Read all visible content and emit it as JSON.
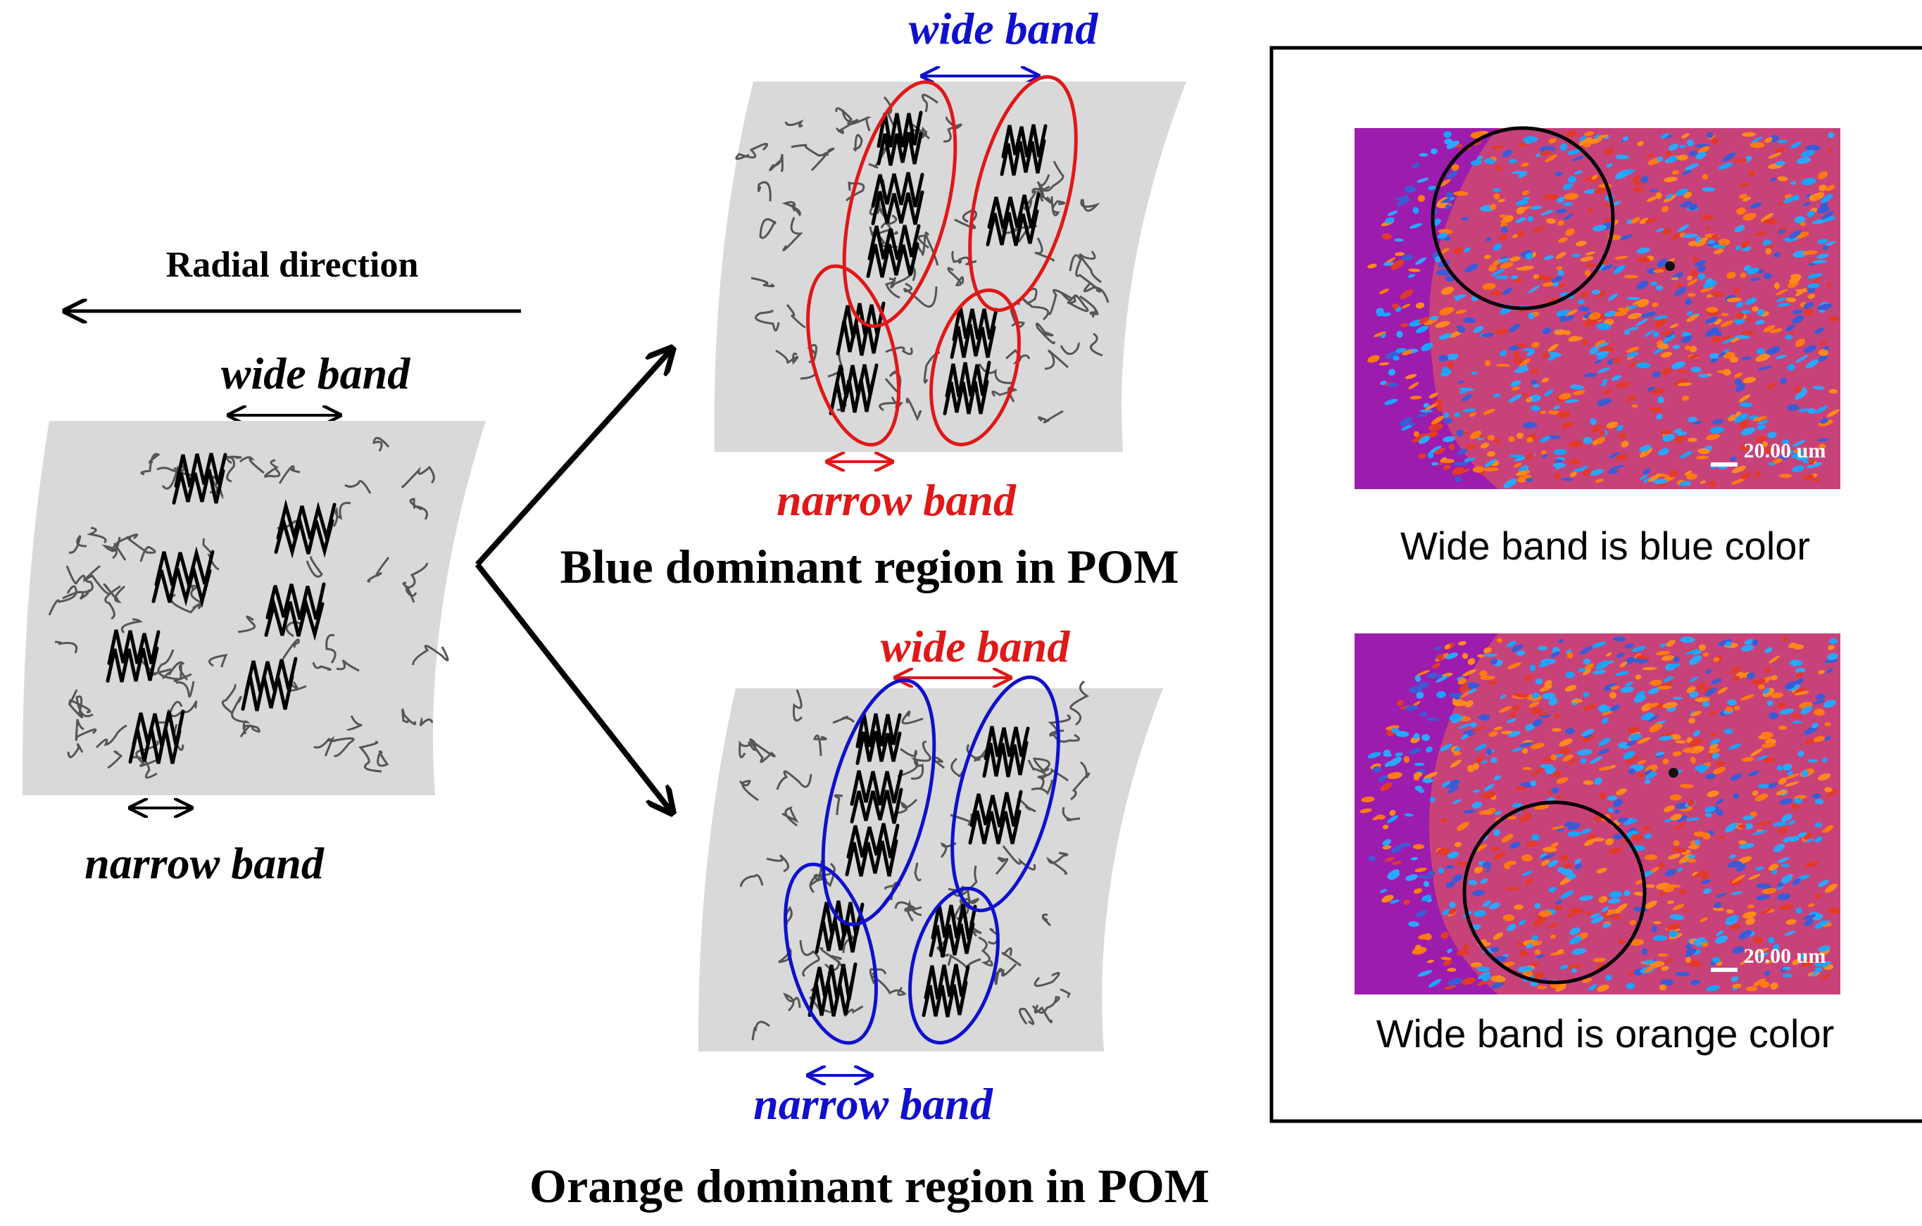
{
  "left_panel": {
    "radial_direction": "Radial direction",
    "wide_band": "wide band",
    "narrow_band": "narrow band"
  },
  "blue_panel": {
    "wide_band": "wide band",
    "narrow_band": "narrow band",
    "title": "Blue dominant region in POM"
  },
  "orange_panel": {
    "wide_band": "wide band",
    "narrow_band": "narrow band",
    "title": "Orange dominant region in POM"
  },
  "micrographs": {
    "top": {
      "scale_label": "20.00 um",
      "caption": "Wide band is blue color"
    },
    "bottom": {
      "scale_label": "20.00 um",
      "caption": "Wide band is orange color"
    }
  },
  "colors": {
    "panel_gray": "#d9d9d9",
    "blue_annotation": "#1010cc",
    "red_annotation": "#e01818",
    "pom_background": "#9c1cae",
    "pom_blue": "#1aa3ff",
    "pom_orange": "#ff8a1a"
  }
}
